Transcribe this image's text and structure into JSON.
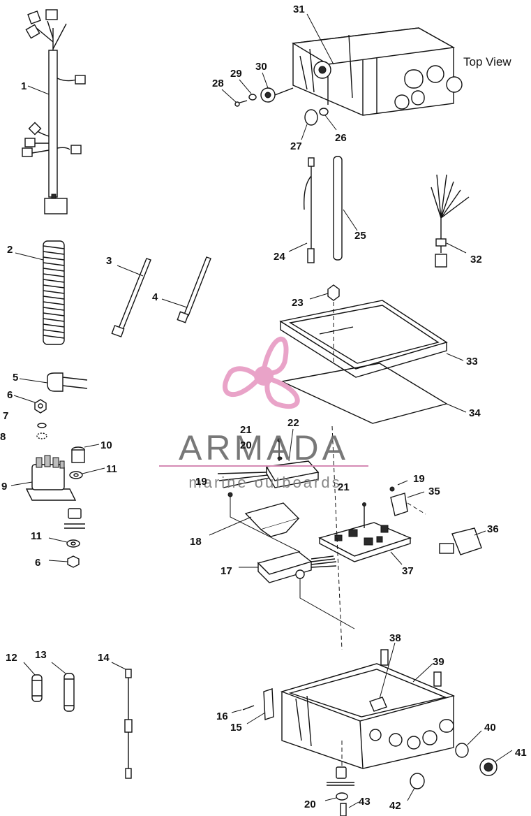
{
  "diagram": {
    "view_label": "Top View",
    "callouts": [
      "1",
      "2",
      "3",
      "4",
      "5",
      "6",
      "7",
      "8",
      "9",
      "10",
      "11",
      "12",
      "13",
      "14",
      "15",
      "16",
      "17",
      "18",
      "19",
      "20",
      "21",
      "22",
      "23",
      "24",
      "25",
      "26",
      "27",
      "28",
      "29",
      "30",
      "31",
      "32",
      "33",
      "34",
      "35",
      "36",
      "37",
      "38",
      "39",
      "40",
      "41",
      "42",
      "43"
    ]
  },
  "watermark": {
    "brand": "ARMADA",
    "tagline": "marine outboards",
    "colors": {
      "propeller": "#e9a3c8",
      "text": "#6a6a6a",
      "rule": "#d58ab4"
    }
  }
}
